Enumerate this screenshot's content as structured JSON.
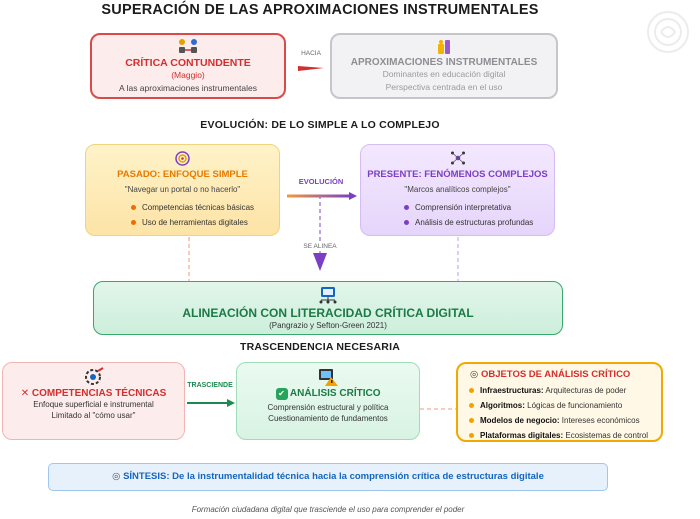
{
  "title": "SUPERACIÓN DE LAS APROXIMACIONES INSTRUMENTALES",
  "critica": {
    "title": "CRÍTICA CONTUNDENTE",
    "author": "(Maggio)",
    "desc": "A las aproximaciones instrumentales"
  },
  "hacia": "HACIA",
  "aprox": {
    "title": "APROXIMACIONES INSTRUMENTALES",
    "line1": "Dominantes en educación digital",
    "line2": "Perspectiva centrada en el uso"
  },
  "evolucion_title": "EVOLUCIÓN: DE LO SIMPLE A LO COMPLEJO",
  "pasado": {
    "title": "PASADO: ENFOQUE SIMPLE",
    "quote": "\"Navegar un portal o no hacerlo\"",
    "items": [
      "Competencias técnicas básicas",
      "Uso de herramientas digitales"
    ]
  },
  "evolucion_label": "EVOLUCIÓN",
  "presente": {
    "title": "PRESENTE: FENÓMENOS COMPLEJOS",
    "quote": "\"Marcos analíticos complejos\"",
    "items": [
      "Comprensión interpretativa",
      "Análisis de estructuras profundas"
    ]
  },
  "se_alinea": "SE ALINEA",
  "alineacion": {
    "title": "ALINEACIÓN CON LITERACIDAD CRÍTICA DIGITAL",
    "ref": "(Pangrazio y Sefton-Green 2021)"
  },
  "trascendencia_title": "TRASCENDENCIA NECESARIA",
  "competencias": {
    "mark": "✕",
    "title": "COMPETENCIAS TÉCNICAS",
    "line1": "Enfoque superficial e instrumental",
    "line2": "Limitado al \"cómo usar\""
  },
  "trasciende": "TRASCIENDE",
  "analisis": {
    "mark": "✔",
    "title": "ANÁLISIS CRÍTICO",
    "line1": "Comprensión estructural y política",
    "line2": "Cuestionamiento de fundamentos"
  },
  "objetos": {
    "mark": "◎",
    "title": "OBJETOS DE ANÁLISIS CRÍTICO",
    "items": [
      {
        "k": "Infraestructuras:",
        "v": " Arquitecturas de poder"
      },
      {
        "k": "Algoritmos:",
        "v": " Lógicas de funcionamiento"
      },
      {
        "k": "Modelos de negocio:",
        "v": " Intereses económicos"
      },
      {
        "k": "Plataformas digitales:",
        "v": " Ecosistemas de control"
      }
    ]
  },
  "sintesis": {
    "mark": "◎",
    "text": "SÍNTESIS: De la instrumentalidad técnica hacia la comprensión crítica de estructuras digitale"
  },
  "footer": "Formación ciudadana digital que trasciende el uso para comprender el poder",
  "colors": {
    "red": "#d32f2f",
    "orange": "#ef6c00",
    "purple": "#7b3fc4",
    "green": "#1b8a4e",
    "gold": "#f4a100",
    "blue": "#1565c0"
  }
}
